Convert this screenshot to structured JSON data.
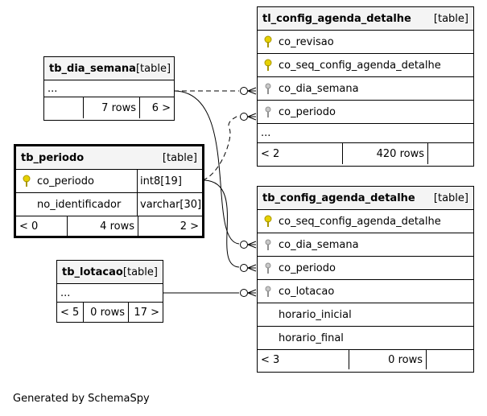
{
  "footer": "Generated by SchemaSpy",
  "colors": {
    "header_bg": "#f4f4f4",
    "pk_key": "#e6d100",
    "fk_key": "#b0b0b0"
  },
  "tl_config": {
    "name": "tl_config_agenda_detalhe",
    "kind": "[table]",
    "columns": [
      "co_revisao",
      "co_seq_config_agenda_detalhe",
      "co_dia_semana",
      "co_periodo"
    ],
    "ellipsis": "...",
    "foot": [
      "< 2",
      "420 rows",
      ""
    ]
  },
  "dia_semana": {
    "name": "tb_dia_semana",
    "kind": "[table]",
    "ellipsis": "...",
    "foot": [
      "",
      "7 rows",
      "6 >"
    ]
  },
  "periodo": {
    "name": "tb_periodo",
    "kind": "[table]",
    "rows": [
      {
        "col": "co_periodo",
        "type": "int8[19]"
      },
      {
        "col": "no_identificador",
        "type": "varchar[30]"
      }
    ],
    "foot": [
      "< 0",
      "4 rows",
      "2 >"
    ]
  },
  "config": {
    "name": "tb_config_agenda_detalhe",
    "kind": "[table]",
    "columns": [
      "co_seq_config_agenda_detalhe",
      "co_dia_semana",
      "co_periodo",
      "co_lotacao",
      "horario_inicial",
      "horario_final"
    ],
    "foot": [
      "< 3",
      "0 rows",
      ""
    ]
  },
  "lotacao": {
    "name": "tb_lotacao",
    "kind": "[table]",
    "ellipsis": "...",
    "foot": [
      "< 5",
      "0 rows",
      "17 >"
    ]
  }
}
